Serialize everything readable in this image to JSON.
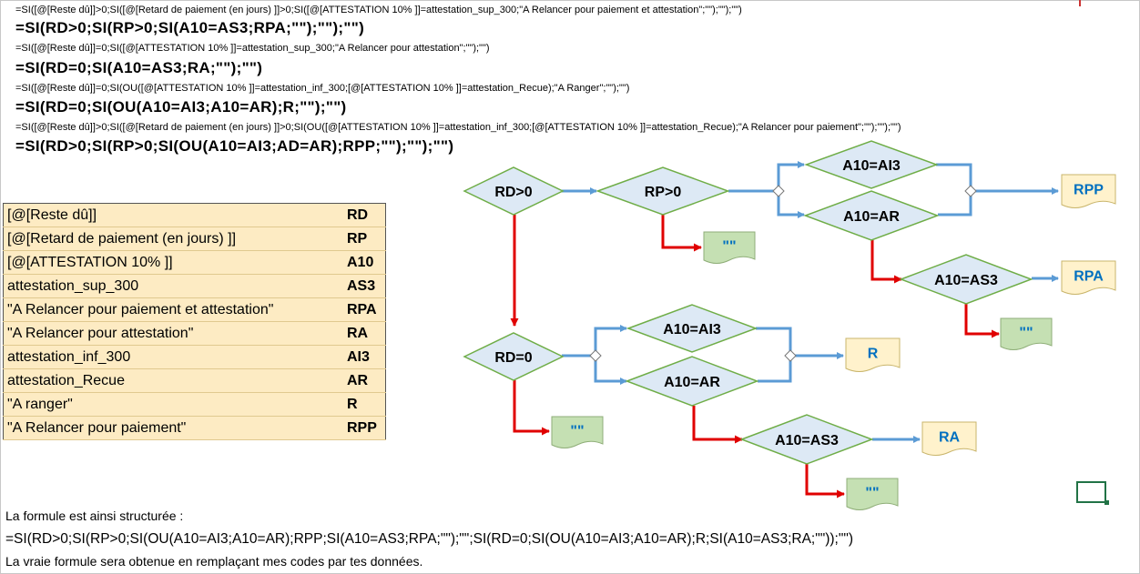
{
  "formulas": [
    "=SI([@[Reste dû]]>0;SI([@[Retard de paiement (en jours) ]]>0;SI([@[ATTESTATION 10% ]]=attestation_sup_300;\"A Relancer pour paiement et attestation\";\"\");\"\");\"\")",
    "=SI(RD>0;SI(RP>0;SI(A10=AS3;RPA;\"\");\"\");\"\")",
    "=SI([@[Reste dû]]=0;SI([@[ATTESTATION 10% ]]=attestation_sup_300;\"A Relancer pour attestation\";\"\");\"\")",
    "=SI(RD=0;SI(A10=AS3;RA;\"\");\"\")",
    "=SI([@[Reste dû]]=0;SI(OU([@[ATTESTATION 10% ]]=attestation_inf_300;[@[ATTESTATION 10% ]]=attestation_Recue);\"A Ranger\";\"\");\"\")",
    "=SI(RD=0;SI(OU(A10=AI3;A10=AR);R;\"\");\"\")",
    "=SI([@[Reste dû]]>0;SI([@[Retard de paiement (en jours) ]]>0;SI(OU([@[ATTESTATION 10% ]]=attestation_inf_300;[@[ATTESTATION 10% ]]=attestation_Recue);\"A Relancer pour paiement\";\"\");\"\");\"\")",
    "=SI(RD>0;SI(RP>0;SI(OU(A10=AI3;AD=AR);RPP;\"\");\"\");\"\")"
  ],
  "legend": [
    {
      "label": "[@[Reste dû]]",
      "code": "RD"
    },
    {
      "label": "[@[Retard de paiement (en jours) ]]",
      "code": "RP"
    },
    {
      "label": "[@[ATTESTATION 10% ]]",
      "code": "A10"
    },
    {
      "label": "attestation_sup_300",
      "code": "AS3"
    },
    {
      "label": "\"A Relancer pour paiement et attestation\"",
      "code": "RPA"
    },
    {
      "label": "\"A Relancer pour attestation\"",
      "code": "RA"
    },
    {
      "label": "attestation_inf_300",
      "code": "AI3"
    },
    {
      "label": "attestation_Recue",
      "code": "AR"
    },
    {
      "label": "\"A ranger\"",
      "code": "R"
    },
    {
      "label": "\"A Relancer pour paiement\"",
      "code": "RPP"
    }
  ],
  "diagram": {
    "decisions": [
      "RD>0",
      "RP>0",
      "A10=AI3",
      "A10=AR",
      "A10=AS3",
      "RD=0",
      "A10=AI3",
      "A10=AR",
      "A10=AS3"
    ],
    "results": [
      "RPP",
      "RPA",
      "R",
      "RA"
    ],
    "empty_label": "\"\""
  },
  "footer": {
    "intro": "La formule est ainsi structurée :",
    "formula": "=SI(RD>0;SI(RP>0;SI(OU(A10=AI3;A10=AR);RPP;SI(A10=AS3;RPA;\"\");\"\";SI(RD=0;SI(OU(A10=AI3;A10=AR);R;SI(A10=AS3;RA;\"\"));\"\")",
    "note": "La vraie formule sera obtenue en remplaçant mes codes par tes données."
  },
  "colors": {
    "decision_fill": "#dde9f5",
    "decision_stroke": "#6fad47",
    "empty_fill": "#c5e0b3",
    "result_fill": "#fff2cc",
    "blue_arrow": "#5b9bd5",
    "red_arrow": "#e00000",
    "code_text": "#0070c0"
  }
}
